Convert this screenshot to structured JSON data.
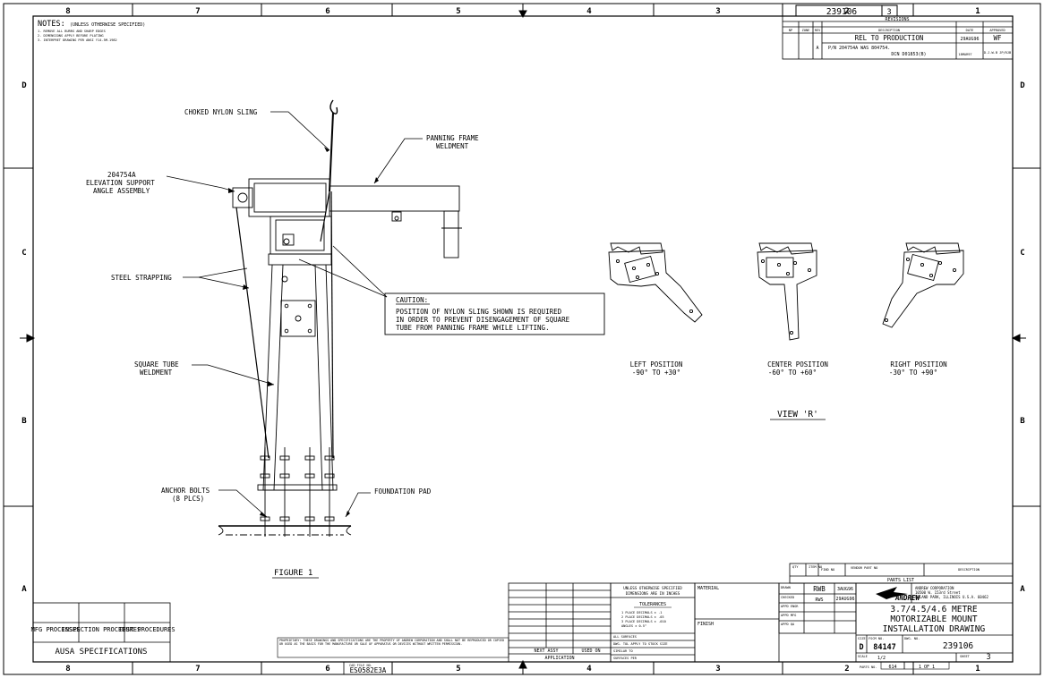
{
  "zones": {
    "top": [
      "8",
      "7",
      "6",
      "5",
      "4",
      "3",
      "2",
      "1"
    ],
    "bottom": [
      "8",
      "7",
      "6",
      "5",
      "4",
      "3",
      "2",
      "1"
    ],
    "left": [
      "D",
      "C",
      "B",
      "A"
    ],
    "right": [
      "D",
      "C",
      "B",
      "A"
    ]
  },
  "notes": {
    "title": "NOTES:",
    "qualifier": "(UNLESS OTHERWISE SPECIFIED)",
    "items": [
      "1. REMOVE ALL BURRS AND SHARP EDGES",
      "2. DIMENSIONS APPLY BEFORE PLATING",
      "3. INTERPRET DRAWING PER ANSI Y14.5M-1982"
    ]
  },
  "corner_box": {
    "dwg_no": "239106",
    "rev": "3"
  },
  "revisions": {
    "title": "REVISIONS",
    "headers": [
      "NP",
      "ZONE",
      "REV",
      "DESCRIPTION",
      "DATE",
      "APPROVED"
    ],
    "rows": [
      {
        "rev": "",
        "description": "REL TO PRODUCTION",
        "date": "29AUG96",
        "approved": "WF"
      },
      {
        "rev": "A",
        "description": "P/N 204754A WAS 804754.",
        "date": "",
        "approved": ""
      },
      {
        "rev": "",
        "description": "DCN D01853(B)",
        "date": "18MAR97",
        "approved": "D.J.W.B JP/RJB"
      }
    ]
  },
  "callouts": {
    "choked_sling": "CHOKED NYLON SLING",
    "panning_frame_1": "PANNING FRAME",
    "panning_frame_2": "WELDMENT",
    "elevation_1": "204754A",
    "elevation_2": "ELEVATION SUPPORT",
    "elevation_3": "ANGLE ASSEMBLY",
    "steel_strapping": "STEEL STRAPPING",
    "square_tube_1": "SQUARE TUBE",
    "square_tube_2": "WELDMENT",
    "anchor_1": "ANCHOR BOLTS",
    "anchor_2": "(8 PLCS)",
    "foundation": "FOUNDATION PAD",
    "figure": "FIGURE 1"
  },
  "caution": {
    "title": "CAUTION:",
    "lines": [
      "POSITION OF NYLON SLING SHOWN IS REQUIRED",
      "IN ORDER TO PREVENT DISENGAGEMENT OF SQUARE",
      "TUBE FROM PANNING FRAME WHILE LIFTING."
    ]
  },
  "views": {
    "left": [
      "LEFT POSITION",
      "-90° TO +30°"
    ],
    "center": [
      "CENTER POSITION",
      "-60° TO +60°"
    ],
    "right": [
      "RIGHT POSITION",
      "-30° TO +90°"
    ],
    "title": "VIEW 'R'"
  },
  "specs_table": {
    "headers": [
      "MFG PROCESSES",
      "INSPECTION PROCEDURES",
      "TEST PROCEDURES"
    ],
    "footer": "AUSA SPECIFICATIONS"
  },
  "cad_file": {
    "label": "CAD FILE NO.",
    "value": "ES0582E3A"
  },
  "application": {
    "next_assy": "NEXT ASSY",
    "used_on": "USED ON",
    "label": "APPLICATION"
  },
  "tolerances": {
    "header1": "UNLESS OTHERWISE SPECIFIED",
    "header2": "DIMENSIONS ARE IN INCHES",
    "title": "TOLERANCES",
    "lines": [
      "1 PLACE DECIMALS ± .1",
      "2 PLACE DECIMALS ± .03",
      "3 PLACE DECIMALS ± .010",
      "ANGLES ± 0.5°"
    ],
    "rows": [
      "ALL SURFACES",
      "DWG. TOL APPLY TO STOCK SIZE",
      "SIMILAR TO",
      "SURFACES PER"
    ]
  },
  "material": {
    "label": "MATERIAL",
    "finish": "FINISH"
  },
  "approvals": {
    "rows": [
      "DRAWN",
      "CHECKED",
      "APPD ENGR",
      "APPD MFG",
      "APPD QA"
    ],
    "drawn_by": "RWB",
    "drawn_date": "3AUG96",
    "checked_by": "RWS",
    "checked_date": "29AUG96"
  },
  "parts_list": {
    "title": "PARTS LIST",
    "headers": [
      "QTY",
      "ITEM NO",
      "FIND NO",
      "VENDOR PART NO",
      "DESCRIPTION"
    ]
  },
  "company": {
    "logo": "ANDREW",
    "name": "ANDREW CORPORATION",
    "address1": "10500 W. 153rd Street",
    "address2": "ORLAND PARK, ILLINOIS U.S.A. 60462"
  },
  "title_block": {
    "title_lines": [
      "3.7/4.5/4.6 METRE",
      "MOTORIZABLE MOUNT",
      "INSTALLATION DRAWING"
    ],
    "size": "D",
    "fscm": "84147",
    "dwg_no": "239106",
    "scale": "1/2",
    "rev": "3",
    "sheet_label": "SHEET",
    "sheet": "1 OF 1",
    "parts_no_label": "PARTS NO.",
    "parts_no": "614",
    "scale_label": "SCALE",
    "size_label": "SIZE",
    "fscm_label": "FSCM NO.",
    "dwg_label": "DWG. NO."
  },
  "fine_print": "PROPRIETARY: THESE DRAWINGS AND SPECIFICATIONS ARE THE PROPERTY OF ANDREW CORPORATION AND SHALL NOT BE REPRODUCED OR COPIED OR USED AS THE BASIS FOR THE MANUFACTURE OR SALE OF APPARATUS OR DEVICES WITHOUT WRITTEN PERMISSION."
}
